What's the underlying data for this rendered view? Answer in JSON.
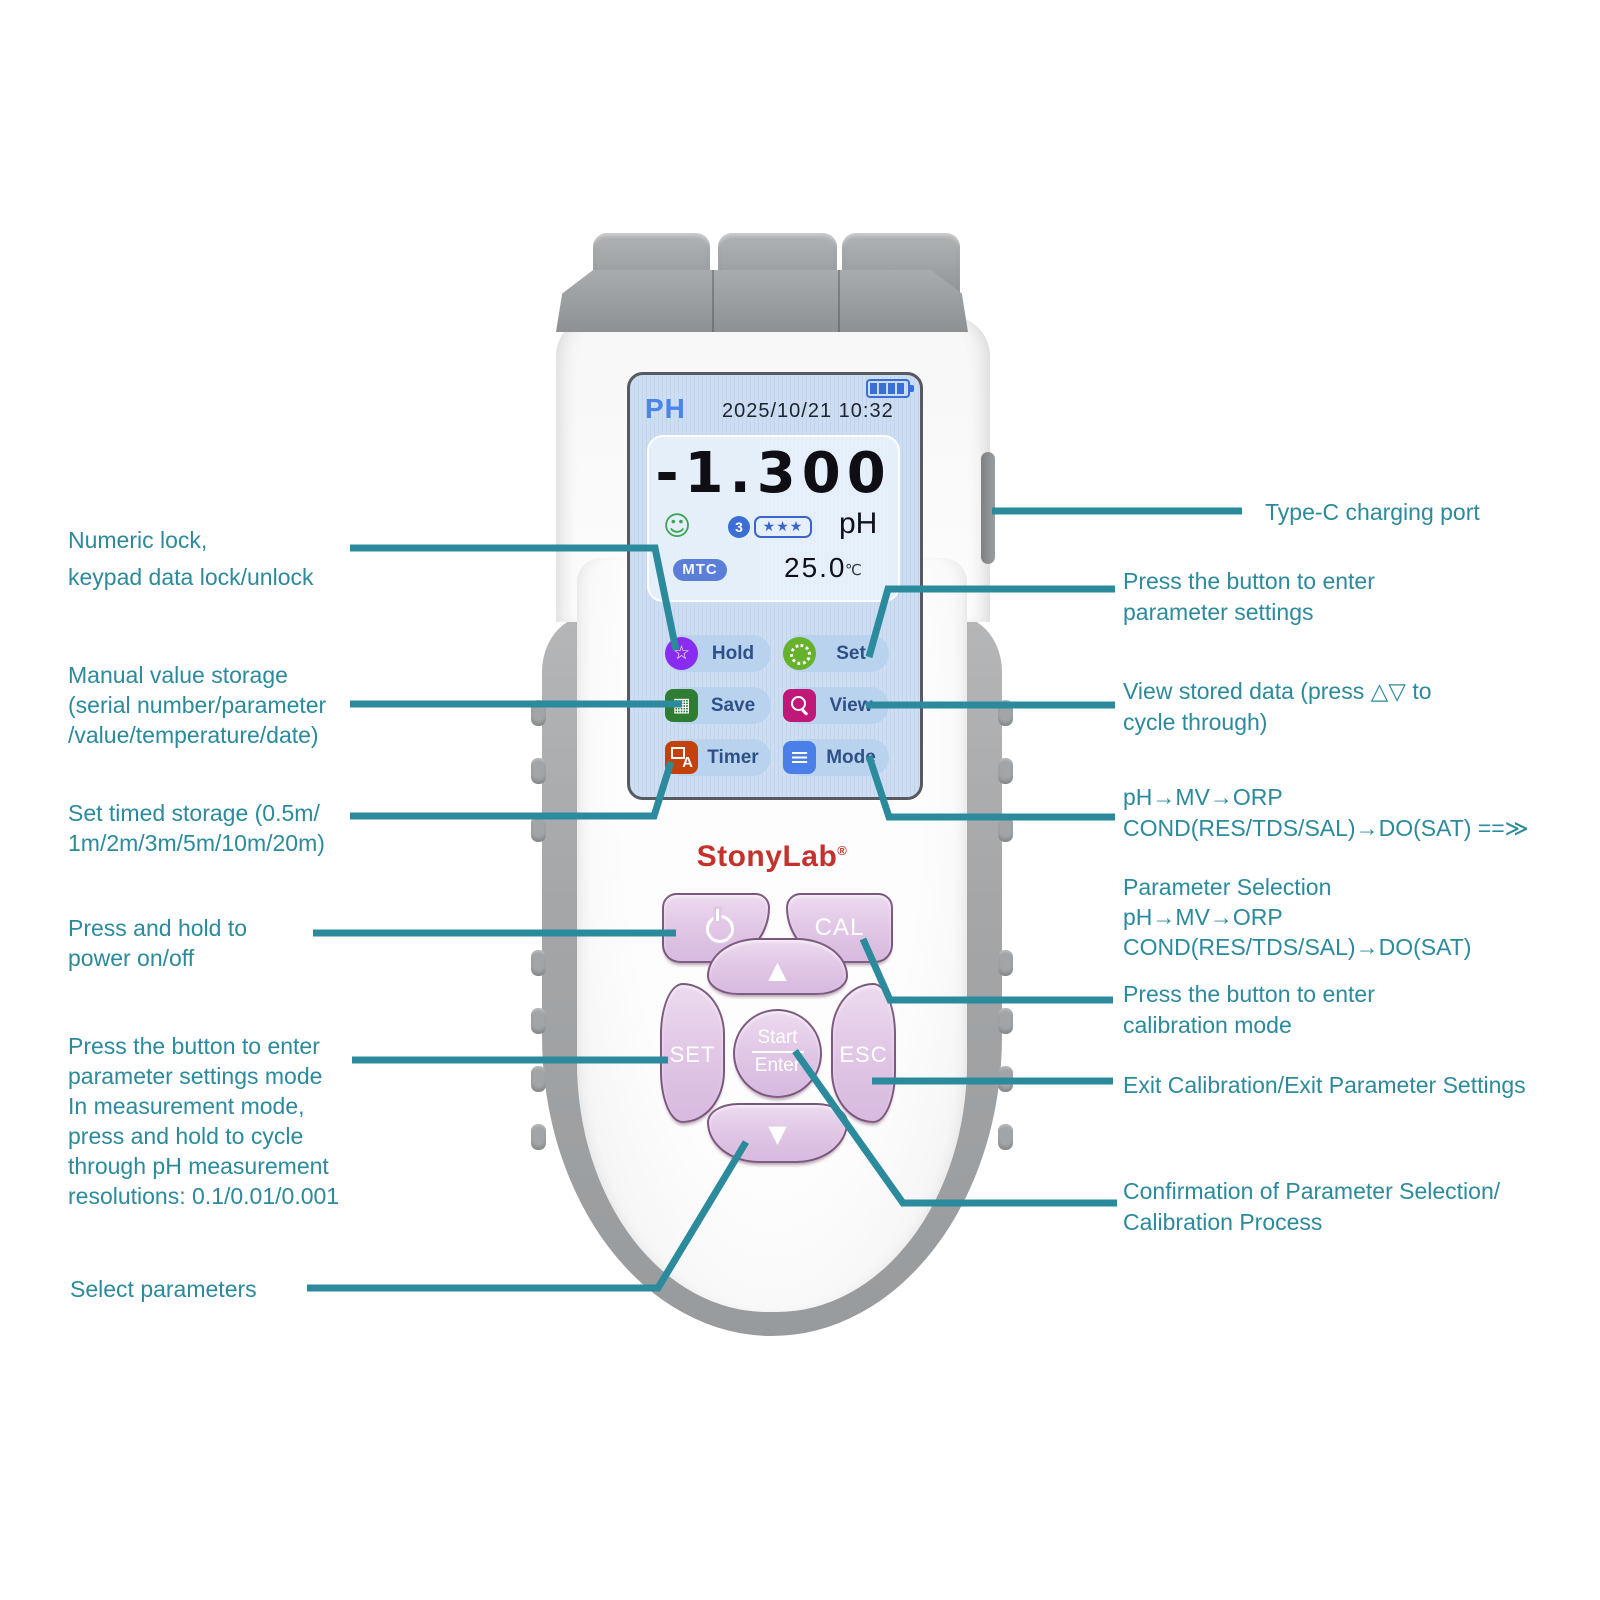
{
  "colors": {
    "accent_teal": "#2b8a9c",
    "brand_red": "#c5322e",
    "screen_blue": "#3a6fd8",
    "keypad_pink": "#e0c5e5"
  },
  "device": {
    "brand": "StonyLab",
    "brand_reg": "®",
    "ports": {
      "top_connector_count": 3,
      "side_port": "type-c-port"
    },
    "screen": {
      "mode_label": "PH",
      "datetime": "2025/10/21 10:32",
      "battery_icon": "battery-icon",
      "reading": "-1.300",
      "unit": "pH",
      "smiley_icon": "smiley-icon",
      "cal_points_badge": "3",
      "stability_stars": "★★★",
      "temp_mode": "MTC",
      "temperature": "25.0",
      "temp_unit": "℃",
      "buttons": [
        {
          "label": "Hold",
          "icon": "pin-icon",
          "color": "#8a2cf0"
        },
        {
          "label": "Set",
          "icon": "gear-icon",
          "color": "#66b22c"
        },
        {
          "label": "Save",
          "icon": "save-grid-icon",
          "color": "#2e7d33"
        },
        {
          "label": "View",
          "icon": "magnifier-icon",
          "color": "#c01878"
        },
        {
          "label": "Timer",
          "icon": "timer-a-icon",
          "color": "#c2410c",
          "icon_text": "A"
        },
        {
          "label": "Mode",
          "icon": "list-icon",
          "color": "#4a7fe8"
        }
      ]
    },
    "keypad": {
      "power_icon": "power-icon",
      "cal_label": "CAL",
      "up_symbol": "▲",
      "down_symbol": "▼",
      "set_label": "SET",
      "esc_label": "ESC",
      "enter_line1": "Start",
      "enter_line2": "Enter"
    }
  },
  "annotations": {
    "left": [
      {
        "id": "numeric-lock",
        "lines": [
          "Numeric lock,",
          "keypad data lock/unlock"
        ]
      },
      {
        "id": "manual-storage",
        "lines": [
          "Manual value storage",
          "(serial number/parameter",
          "/value/temperature/date)"
        ]
      },
      {
        "id": "timed-storage",
        "lines": [
          "Set timed storage (0.5m/",
          "1m/2m/3m/5m/10m/20m)"
        ]
      },
      {
        "id": "power",
        "lines": [
          "Press and hold to",
          "power on/off"
        ]
      },
      {
        "id": "set-mode",
        "lines": [
          "Press the button to enter",
          "parameter settings mode",
          "In measurement mode,",
          "press and hold to cycle",
          "through pH measurement",
          "resolutions: 0.1/0.01/0.001"
        ]
      },
      {
        "id": "select-params",
        "lines": [
          "Select parameters"
        ]
      }
    ],
    "right": [
      {
        "id": "type-c",
        "lines": [
          "Type-C charging port"
        ]
      },
      {
        "id": "param-settings",
        "lines": [
          "Press the button to enter",
          "parameter settings"
        ]
      },
      {
        "id": "view-stored",
        "lines": [
          "View stored data (press △▽ to",
          "cycle through)"
        ]
      },
      {
        "id": "mode-cycle",
        "lines": [
          "pH→MV→ORP",
          "COND(RES/TDS/SAL)→DO(SAT) ==≫"
        ]
      },
      {
        "id": "param-selection",
        "lines": [
          "Parameter Selection",
          "pH→MV→ORP",
          "COND(RES/TDS/SAL)→DO(SAT)"
        ]
      },
      {
        "id": "calibration",
        "lines": [
          "Press the button to enter",
          "calibration mode"
        ]
      },
      {
        "id": "exit",
        "lines": [
          "Exit Calibration/Exit Parameter Settings"
        ]
      },
      {
        "id": "confirm",
        "lines": [
          "Confirmation of Parameter Selection/",
          "Calibration Process"
        ]
      }
    ]
  }
}
